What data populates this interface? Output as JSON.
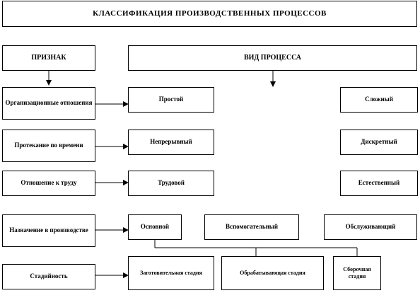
{
  "title": "КЛАССИФИКАЦИЯ ПРОИЗВОДСТВЕННЫХ ПРОЦЕССОВ",
  "headers": {
    "attribute": "ПРИЗНАК",
    "process_type": "ВИД ПРОЦЕССА"
  },
  "rows": [
    {
      "attribute": "Организационные отношения",
      "types": [
        "Простой",
        "Сложный"
      ]
    },
    {
      "attribute": "Протекание по времени",
      "types": [
        "Непрерывный",
        "Дискретный"
      ]
    },
    {
      "attribute": "Отношение к труду",
      "types": [
        "Трудовой",
        "Естественный"
      ]
    },
    {
      "attribute": "Назначение в производстве",
      "types": [
        "Основной",
        "Вспомогательный",
        "Обслуживающий"
      ]
    },
    {
      "attribute": "Стадийность",
      "types": [
        "Заготовительная стадия",
        "Обрабатывающая стадия",
        "Сборочная стадия"
      ]
    }
  ]
}
